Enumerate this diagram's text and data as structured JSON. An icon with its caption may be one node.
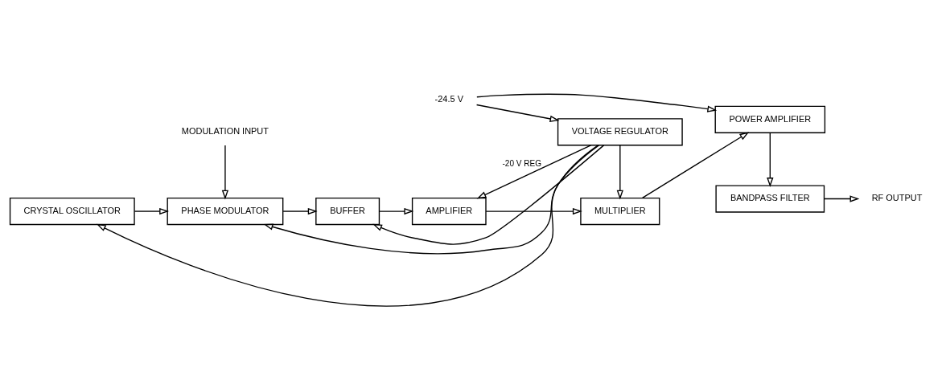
{
  "diagram": {
    "nodes": [
      {
        "text": [
          "MODULATION INPUT"
        ]
      },
      {
        "text": [
          "CRYSTAL OSCILLATOR"
        ]
      },
      {
        "text": [
          "PHASE MODULATOR"
        ]
      },
      {
        "text": [
          "BUFFER"
        ]
      },
      {
        "text": [
          "AMPLIFIER"
        ]
      },
      {
        "text": [
          "MULTIPLIER"
        ]
      },
      {
        "text": [
          "POWER AMPLIFIER"
        ]
      },
      {
        "text": [
          "BANDPASS FILTER"
        ]
      },
      {
        "text": [
          "RF OUTPUT"
        ]
      },
      {
        "text": [
          "VOLTAGE REGULATOR"
        ]
      },
      {
        "text": [
          "-24.5 V"
        ]
      }
    ],
    "edges": [
      {
        "from": 0,
        "to": 2,
        "arrow": "to"
      },
      {
        "from": 1,
        "to": 2,
        "arrow": "to"
      },
      {
        "from": 2,
        "to": 3,
        "arrow": "to"
      },
      {
        "from": 3,
        "to": 4,
        "arrow": "to"
      },
      {
        "from": 4,
        "to": 5,
        "arrow": "to"
      },
      {
        "from": 5,
        "to": 6,
        "arrow": "to"
      },
      {
        "from": 6,
        "to": 7,
        "arrow": "to"
      },
      {
        "from": 7,
        "to": 8,
        "arrow": "to"
      },
      {
        "from": 10,
        "to": 6,
        "arrow": "to"
      },
      {
        "from": 10,
        "to": 9,
        "arrow": "to"
      },
      {
        "from": 9,
        "to": 1,
        "arrow": "to"
      },
      {
        "from": 9,
        "to": 2,
        "arrow": "to"
      },
      {
        "from": 9,
        "to": 3,
        "arrow": "to"
      },
      {
        "from": 9,
        "to": 4,
        "arrow": "to",
        "label": "-20 V REG"
      },
      {
        "from": 9,
        "to": 5,
        "arrow": "to"
      }
    ]
  }
}
